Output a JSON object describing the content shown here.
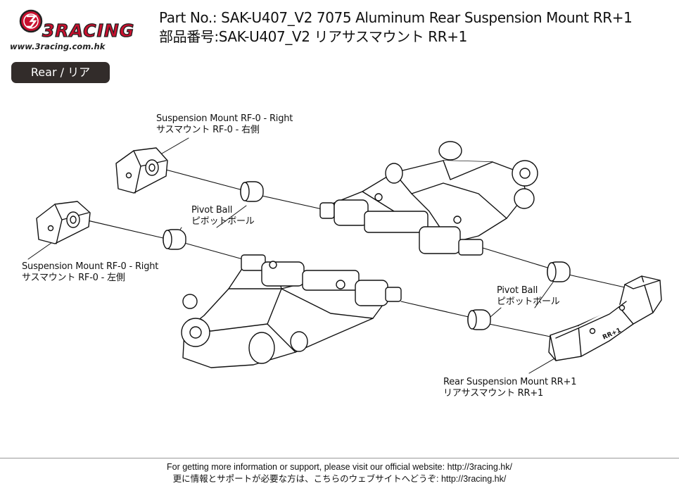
{
  "brand": {
    "logo_text": "3RACING",
    "url": "www.3racing.com.hk"
  },
  "header": {
    "title_en": "Part No.: SAK-U407_V2 7075 Aluminum Rear Suspension Mount RR+1",
    "title_jp": "部品番号:SAK-U407_V2 リアサスマウント RR+1"
  },
  "section": {
    "en": "Rear",
    "jp": "リア"
  },
  "callouts": {
    "mount_top": {
      "en": "Suspension Mount RF-0 - Right",
      "jp": "サスマウント RF-0 - 右側"
    },
    "mount_left": {
      "en": "Suspension Mount RF-0 - Right",
      "jp": "サスマウント RF-0 - 左側"
    },
    "pivot_upper": {
      "en": "Pivot Ball",
      "jp": "ピボットボール"
    },
    "pivot_lower": {
      "en": "Pivot Ball",
      "jp": "ピボットボール"
    },
    "rear_mount": {
      "en": "Rear Suspension Mount RR+1",
      "jp": "リアサスマウント RR+1"
    }
  },
  "part_marking": "RR+1",
  "footer": {
    "line_en": "For getting more information or support, please visit our official website: http://3racing.hk/",
    "line_jp": "更に情報とサポートが必要な方は、こちらのウェブサイトへどうぞ: http://3racing.hk/"
  },
  "colors": {
    "brand_red": "#c8102e",
    "tab_bg": "#322c2a"
  }
}
